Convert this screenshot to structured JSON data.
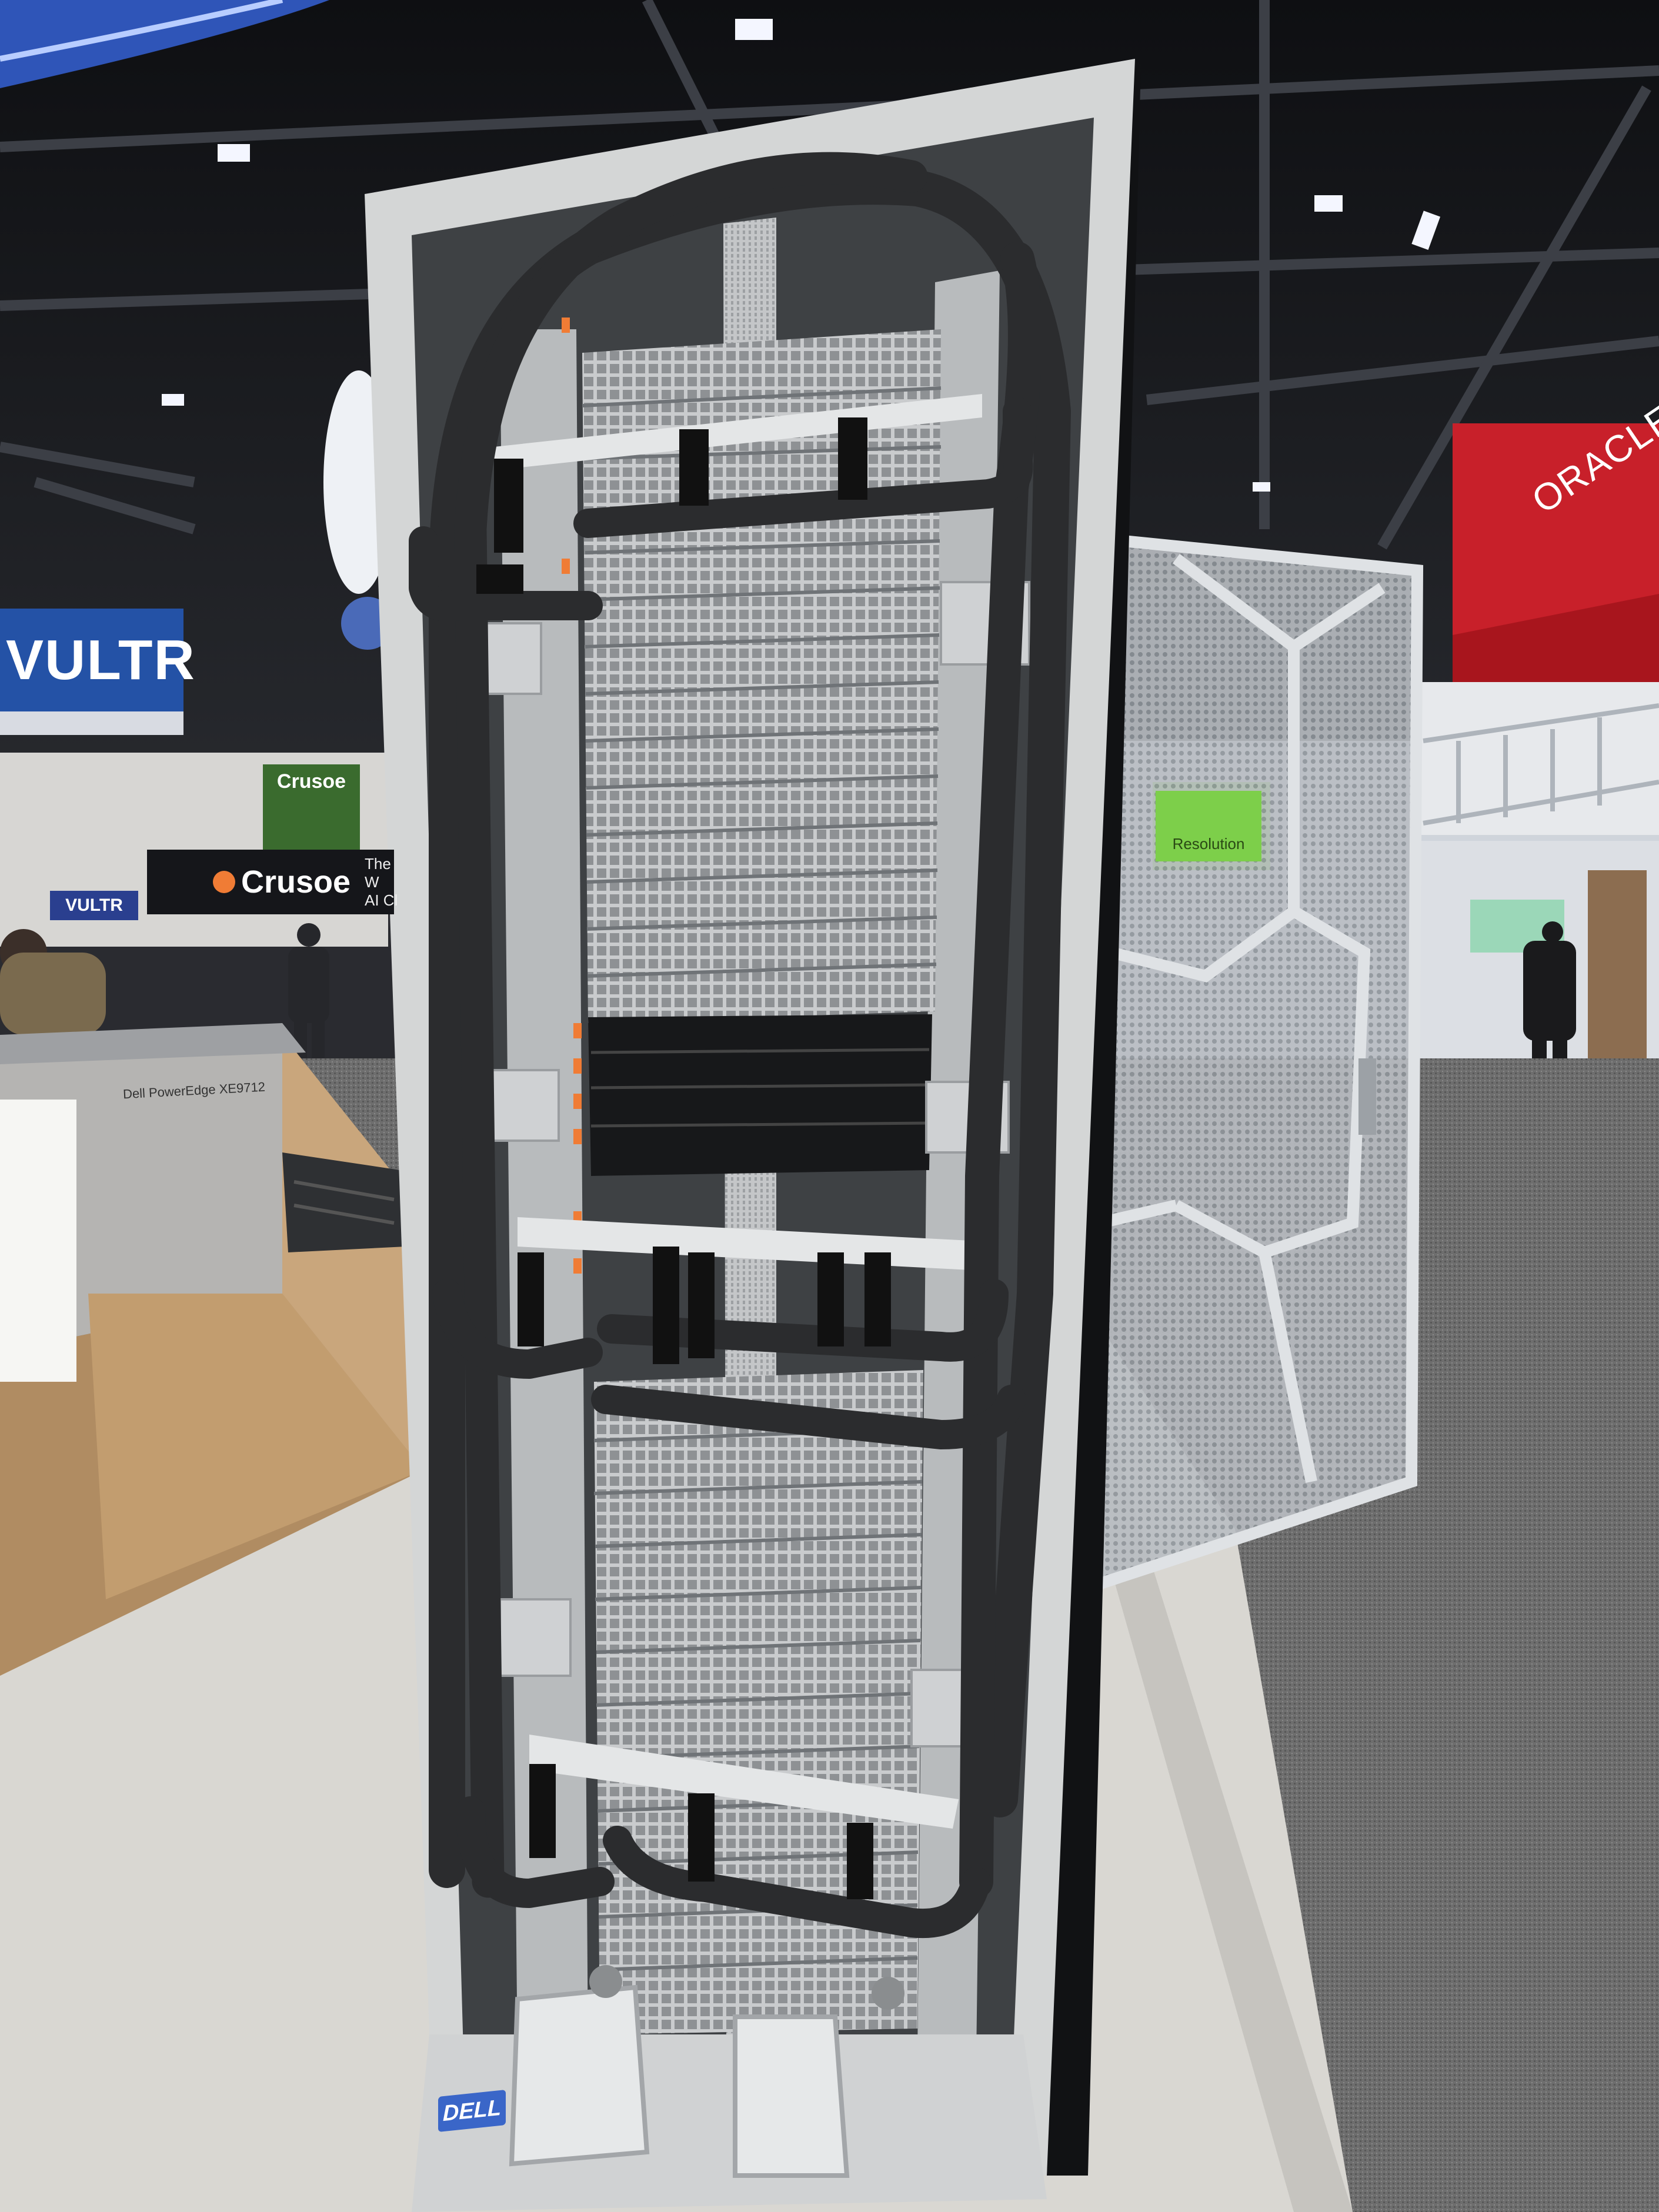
{
  "photo": {
    "description_tags": [
      "server-rack",
      "liquid-cooling",
      "trade-show"
    ]
  },
  "signs": {
    "vultr": "VULTR",
    "vultr_booth": "VULTR",
    "crusoe_small": "Crusoe",
    "crusoe_main": "Crusoe",
    "crusoe_sub": "The W\nAI Cl",
    "oracle": "ORACLE",
    "banner": "Resolution",
    "dell": "DELL",
    "crate": "Dell PowerEdge XE9712"
  },
  "colors": {
    "ceiling": "#1c1d21",
    "carpet": "#6d6d6d",
    "floor_platform": "#d9d7d2",
    "rack_frame": "#d4d6d6",
    "cable": "#2b2c2e",
    "vultr_blue": "#2452a6",
    "oracle_red": "#c8202a",
    "dell_blue": "#3a66c8",
    "crusoe_orange": "#f07c35"
  }
}
